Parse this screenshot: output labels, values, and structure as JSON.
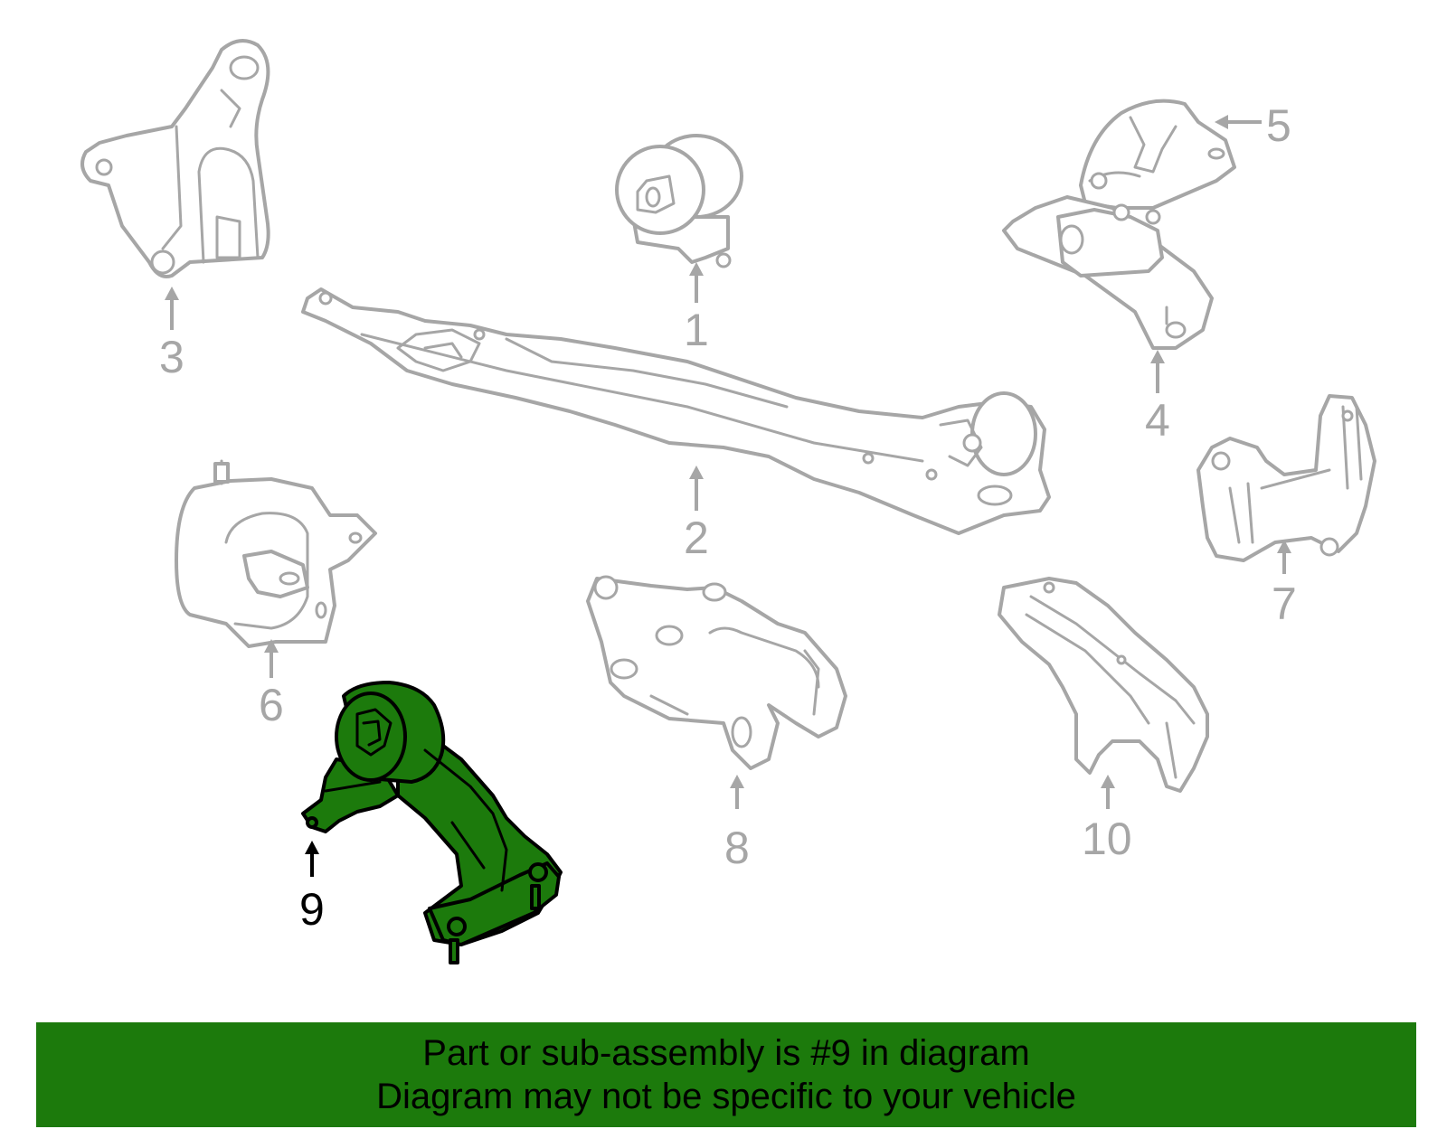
{
  "diagram": {
    "callouts": {
      "c1": "1",
      "c2": "2",
      "c3": "3",
      "c4": "4",
      "c5": "5",
      "c6": "6",
      "c7": "7",
      "c8": "8",
      "c9": "9",
      "c10": "10"
    },
    "highlighted_part": "9",
    "colors": {
      "highlight": "#1c7a0c",
      "outline": "#a6a6a6",
      "highlight_outline": "#000000"
    }
  },
  "banner": {
    "line1": "Part or sub-assembly is #9 in diagram",
    "line2": "Diagram may not be specific to your vehicle"
  }
}
